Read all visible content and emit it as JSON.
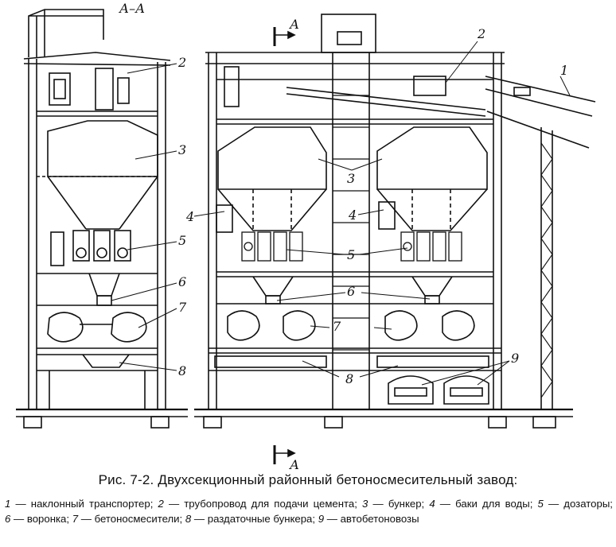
{
  "section_marks": {
    "left_view": "А–А",
    "top_arrow": "А",
    "bottom_arrow": "А"
  },
  "callouts": {
    "left_2": "2",
    "left_3": "3",
    "left_5": "5",
    "left_6": "6",
    "left_7": "7",
    "left_8": "8",
    "right_1": "1",
    "right_2": "2",
    "right_3": "3",
    "right_4a": "4",
    "right_4b": "4",
    "right_5": "5",
    "right_6": "6",
    "right_7": "7",
    "right_8": "8",
    "right_9": "9"
  },
  "caption": {
    "title": "Рис. 7-2. Двухсекционный районный бетоносмесительный завод:",
    "items": [
      {
        "num": "1",
        "text": "наклонный транспортер;"
      },
      {
        "num": "2",
        "text": "трубопровод для подачи цемента;"
      },
      {
        "num": "3",
        "text": "бункер;"
      },
      {
        "num": "4",
        "text": "баки для воды;"
      },
      {
        "num": "5",
        "text": "дозаторы;"
      },
      {
        "num": "6",
        "text": "воронка;"
      },
      {
        "num": "7",
        "text": "бетоносмесители;"
      },
      {
        "num": "8",
        "text": "раздаточные бункера;"
      },
      {
        "num": "9",
        "text": "автобетоновозы"
      }
    ]
  }
}
